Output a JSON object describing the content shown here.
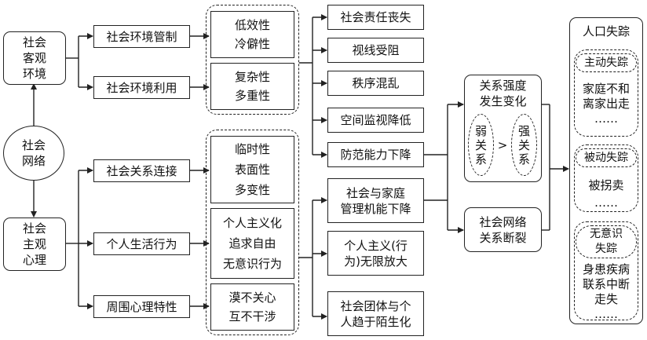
{
  "diagram": {
    "social_objective_env": "社会\n客观\n环境",
    "social_network": "社会\n网络",
    "social_subjective_psych": "社会\n主观\n心理",
    "env_management": "社会环境管制",
    "env_utilization": "社会环境利用",
    "relation_connection": "社会关系连接",
    "personal_life_behavior": "个人生活行为",
    "surrounding_psych": "周围心理特性",
    "traits_management": "低效性\n冷僻性",
    "traits_utilization": "复杂性\n多重性",
    "traits_relation": "临时性\n表面性\n多变性",
    "traits_personal": "个人主义化\n追求自由\n无意识行为",
    "traits_surrounding": "漠不关心\n互不干涉",
    "effect_responsibility": "社会责任丧失",
    "effect_vision": "视线受阻",
    "effect_order": "秩序混乱",
    "effect_surveillance": "空间监视降低",
    "effect_prevention": "防范能力下降",
    "effect_family": "社会与家庭\n管理机能下降",
    "effect_individualism": "个人主义(行\n为)无限放大",
    "effect_estrangement": "社会团体与个\n人趋于陌生化",
    "relation_strength_change": "关系强度\n发生变化",
    "weak_relation": "弱\n关\n系",
    "gt_sign": ">",
    "strong_relation": "强\n关\n系",
    "network_break": "社会网络\n关系断裂",
    "missing_population": "人口失踪",
    "active_missing": "主动失踪",
    "active_reasons": "家庭不和\n离家出走\n……",
    "passive_missing": "被动失踪",
    "passive_reasons": "被拐卖\n……",
    "unconscious_missing": "无意识\n失踪",
    "unconscious_reasons": "身患疾病\n联系中断\n走失\n……"
  }
}
